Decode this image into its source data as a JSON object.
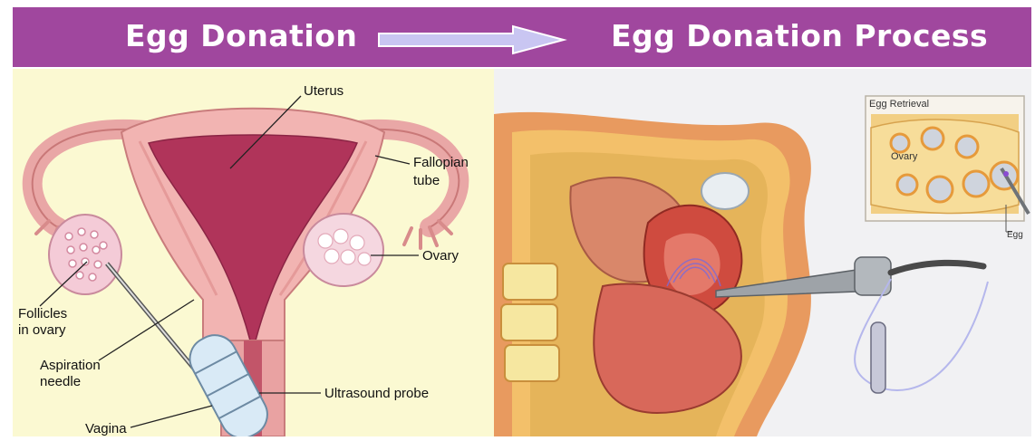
{
  "banner": {
    "left_title": "Egg Donation",
    "right_title": "Egg Donation Process",
    "background_color": "#a0479e",
    "arrow_color": "#c9c6f2"
  },
  "left_diagram": {
    "labels": {
      "uterus": "Uterus",
      "fallopian_line1": "Fallopian",
      "fallopian_line2": "tube",
      "ovary": "Ovary",
      "follicles_line1": "Follicles",
      "follicles_line2": "in ovary",
      "aspiration_line1": "Aspiration",
      "aspiration_line2": "needle",
      "ultrasound": "Ultrasound probe",
      "vagina": "Vagina"
    }
  },
  "right_illustration": {
    "inset_title": "Egg Retrieval",
    "inset_ovary": "Ovary",
    "inset_egg": "Egg"
  }
}
